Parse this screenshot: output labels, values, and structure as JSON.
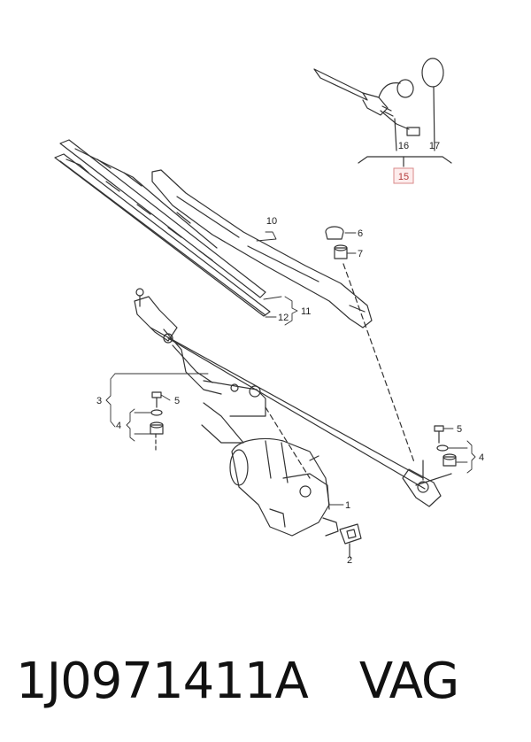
{
  "callouts": {
    "c1": "1",
    "c2": "2",
    "c3": "3",
    "c4a": "4",
    "c4b": "4",
    "c5a": "5",
    "c5b": "5",
    "c6": "6",
    "c7": "7",
    "c10": "10",
    "c11": "11",
    "c12": "12",
    "c15": "15",
    "c16": "16",
    "c17": "17"
  },
  "footer": {
    "part_number": "1J0971411A",
    "brand": "VAG"
  },
  "colors": {
    "line": "#333333",
    "highlight_border": "#d98a8a",
    "highlight_fill": "#fdecec",
    "highlight_text": "#b33a3a"
  }
}
